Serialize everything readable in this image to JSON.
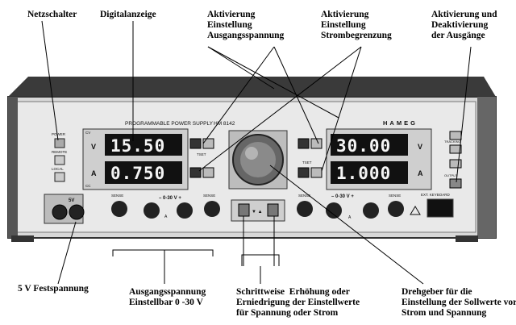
{
  "device": {
    "title": "PROGRAMMABLE POWER SUPPLY",
    "model": "HM 8142",
    "brand": "HAMEG",
    "left_display": {
      "voltage": "15.50",
      "current": "0.750"
    },
    "right_display": {
      "voltage": "30.00",
      "current": "1.000"
    },
    "labels": {
      "power": "POWER",
      "remote": "REMOTE",
      "local": "LOCAL",
      "v_unit": "V",
      "a_unit": "A",
      "cv": "CV",
      "cc": "CC",
      "sense_left_1": "SENSE",
      "sense_left_2": "SENSE",
      "sense_right_1": "SENSE",
      "sense_right_2": "SENSE",
      "range_left": "– 0-30 V +",
      "range_right": "– 0-30 V +",
      "fixed_5v": "5V",
      "a_left": "A",
      "a_right": "A",
      "tset_left": "TSET",
      "tset_right": "TSET",
      "tracking": "TRACKING",
      "output": "OUTPUT",
      "ext_keyboard": "EXT. KEYBOARD",
      "arrows": "▼ ▲"
    }
  },
  "callouts": {
    "netzschalter": "Netzschalter",
    "digitalanzeige": "Digitalanzeige",
    "aktivierung_spannung": "Aktivierung\nEinstellung\nAusgangsspannung",
    "aktivierung_strom": "Aktivierung\nEinstellung\nStrombegrenzung",
    "ausgaenge": "Aktivierung und\nDeaktivierung\nder Ausgänge",
    "festspannung": "5 V Festspannung",
    "ausgangsspannung": "Ausgangsspannung\nEinstellbar 0 -30 V",
    "schrittweise": "Schrittweise  Erhöhung oder\nErniedrigung der Einstellwerte\nfür Spannung oder Strom",
    "drehgeber": "Drehgeber für die\nEinstellung der Sollwerte vor\nStrom und Spannung"
  }
}
